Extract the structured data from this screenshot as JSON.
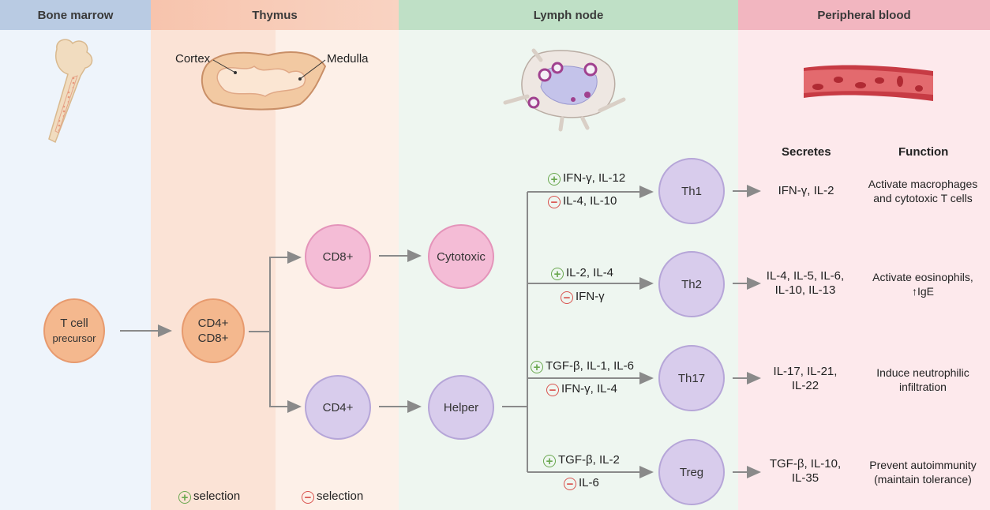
{
  "headers": {
    "bone_marrow": "Bone marrow",
    "thymus": "Thymus",
    "lymph_node": "Lymph node",
    "peripheral_blood": "Peripheral blood"
  },
  "thymus_labels": {
    "cortex": "Cortex",
    "medulla": "Medulla"
  },
  "cells": {
    "precursor_line1": "T cell",
    "precursor_line2": "precursor",
    "double_pos_line1": "CD4+",
    "double_pos_line2": "CD8+",
    "cd8": "CD8+",
    "cd4": "CD4+",
    "cytotoxic": "Cytotoxic",
    "helper": "Helper",
    "th1": "Th1",
    "th2": "Th2",
    "th17": "Th17",
    "treg": "Treg"
  },
  "columns": {
    "secretes": "Secretes",
    "function": "Function"
  },
  "pathways": [
    {
      "plus": "IFN-γ, IL-12",
      "minus": "IL-4, IL-10",
      "secretes_1": "IFN-γ, IL-2",
      "secretes_2": "",
      "function_1": "Activate macrophages",
      "function_2": "and cytotoxic T cells"
    },
    {
      "plus": "IL-2, IL-4",
      "minus": "IFN-γ",
      "secretes_1": "IL-4, IL-5, IL-6,",
      "secretes_2": "IL-10, IL-13",
      "function_1": "Activate eosinophils,",
      "function_2": "↑IgE"
    },
    {
      "plus": "TGF-β, IL-1, IL-6",
      "minus": "IFN-γ, IL-4",
      "secretes_1": "IL-17, IL-21,",
      "secretes_2": "IL-22",
      "function_1": "Induce neutrophilic",
      "function_2": "infiltration"
    },
    {
      "plus": "TGF-β, IL-2",
      "minus": "IL-6",
      "secretes_1": "TGF-β, IL-10,",
      "secretes_2": "IL-35",
      "function_1": "Prevent autoimmunity",
      "function_2": "(maintain tolerance)"
    }
  ],
  "legend": {
    "positive": "selection",
    "negative": "selection"
  },
  "colors": {
    "bone_marrow_header": "#b9cbe3",
    "thymus_header": "#f7c4ad",
    "lymph_header": "#bfe0c6",
    "blood_header": "#f2b6c0",
    "precursor": "#f4b88e",
    "cd8": "#f4bcd6",
    "cd4": "#d8ccec",
    "plus": "#6aa84f",
    "minus": "#d9534f"
  }
}
